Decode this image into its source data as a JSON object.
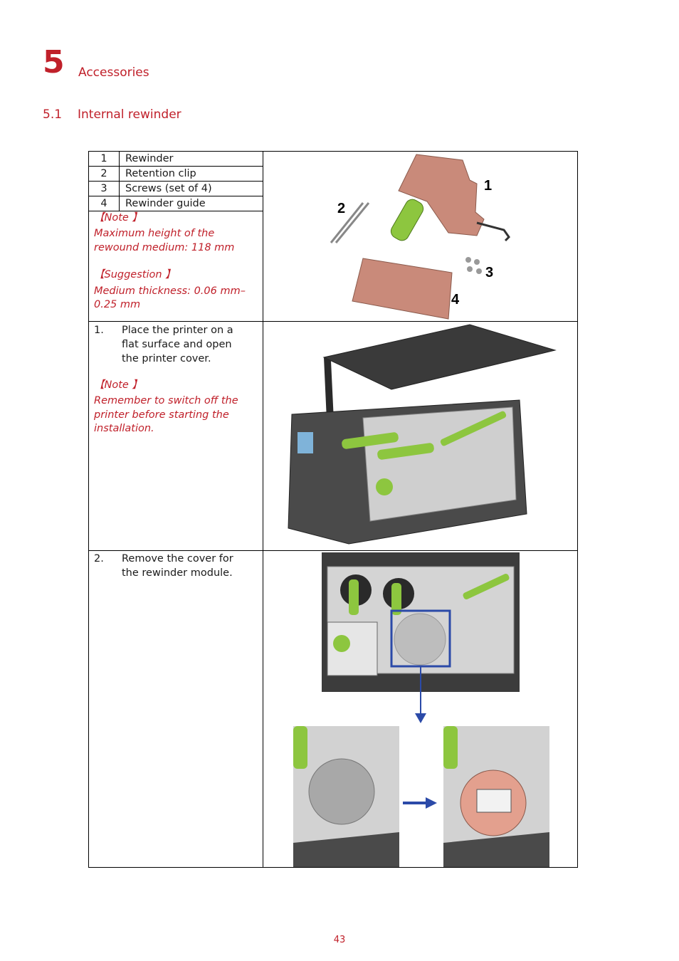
{
  "chapter": {
    "number": "5",
    "title": "Accessories"
  },
  "section": {
    "number": "5.1",
    "title": "Internal rewinder"
  },
  "parts": [
    {
      "num": "1",
      "name": "Rewinder"
    },
    {
      "num": "2",
      "name": "Retention clip"
    },
    {
      "num": "3",
      "name": "Screws (set of 4)"
    },
    {
      "num": "4",
      "name": "Rewinder guide"
    }
  ],
  "note1": {
    "label": "【Note 】",
    "line1": "Maximum height of the",
    "line2": "rewound medium: 118 mm"
  },
  "suggestion": {
    "label": "【Suggestion 】",
    "line1": "Medium thickness: 0.06 mm–",
    "line2": "0.25 mm"
  },
  "figure_labels": {
    "l1": "1",
    "l2": "2",
    "l3": "3",
    "l4": "4"
  },
  "step1": {
    "num": "1.",
    "line1": "Place the printer on a",
    "line2": "flat surface and open",
    "line3": "the printer cover."
  },
  "note2": {
    "label": "【Note 】",
    "line1": "Remember to switch off the",
    "line2": "printer before starting the",
    "line3": "installation."
  },
  "step2": {
    "num": "2.",
    "line1": "Remove the cover for",
    "line2": "the rewinder module."
  },
  "page_number": "43",
  "colors": {
    "accent": "#c0202a",
    "arrow": "#2b4aa8",
    "green": "#8dc63f",
    "copper": "#c98a7a"
  }
}
